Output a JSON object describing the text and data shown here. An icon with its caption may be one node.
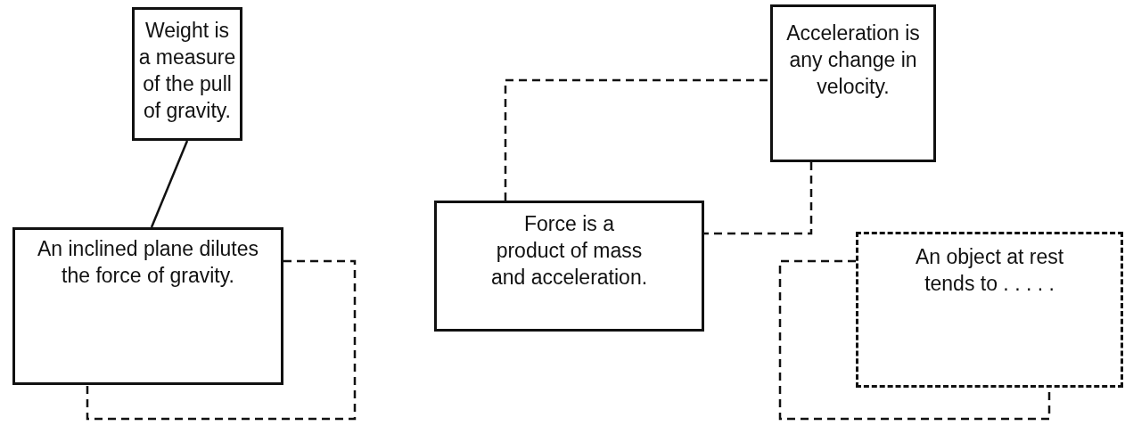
{
  "diagram": {
    "nodes": [
      {
        "text": [
          "Weight is a measure of the pull of gravity."
        ]
      },
      {
        "text": [
          "An inclined plane dilutes the force of gravity."
        ]
      },
      {
        "text": [
          "Acceleration is any change in velocity."
        ]
      },
      {
        "text": [
          "Force is a product of mass and acceleration."
        ]
      },
      {
        "text": [
          "An object at rest tends to . . . . ."
        ]
      }
    ],
    "edges": [
      {
        "from": 0,
        "to": 1,
        "arrow": "none"
      },
      {
        "from": 1,
        "to": 1,
        "arrow": "none",
        "style": "dashed"
      },
      {
        "from": 3,
        "to": 2,
        "arrow": "none",
        "style": "dashed"
      },
      {
        "from": 2,
        "to": 3,
        "arrow": "none",
        "style": "dashed"
      },
      {
        "from": 4,
        "to": 4,
        "arrow": "none",
        "style": "dashed"
      }
    ]
  }
}
